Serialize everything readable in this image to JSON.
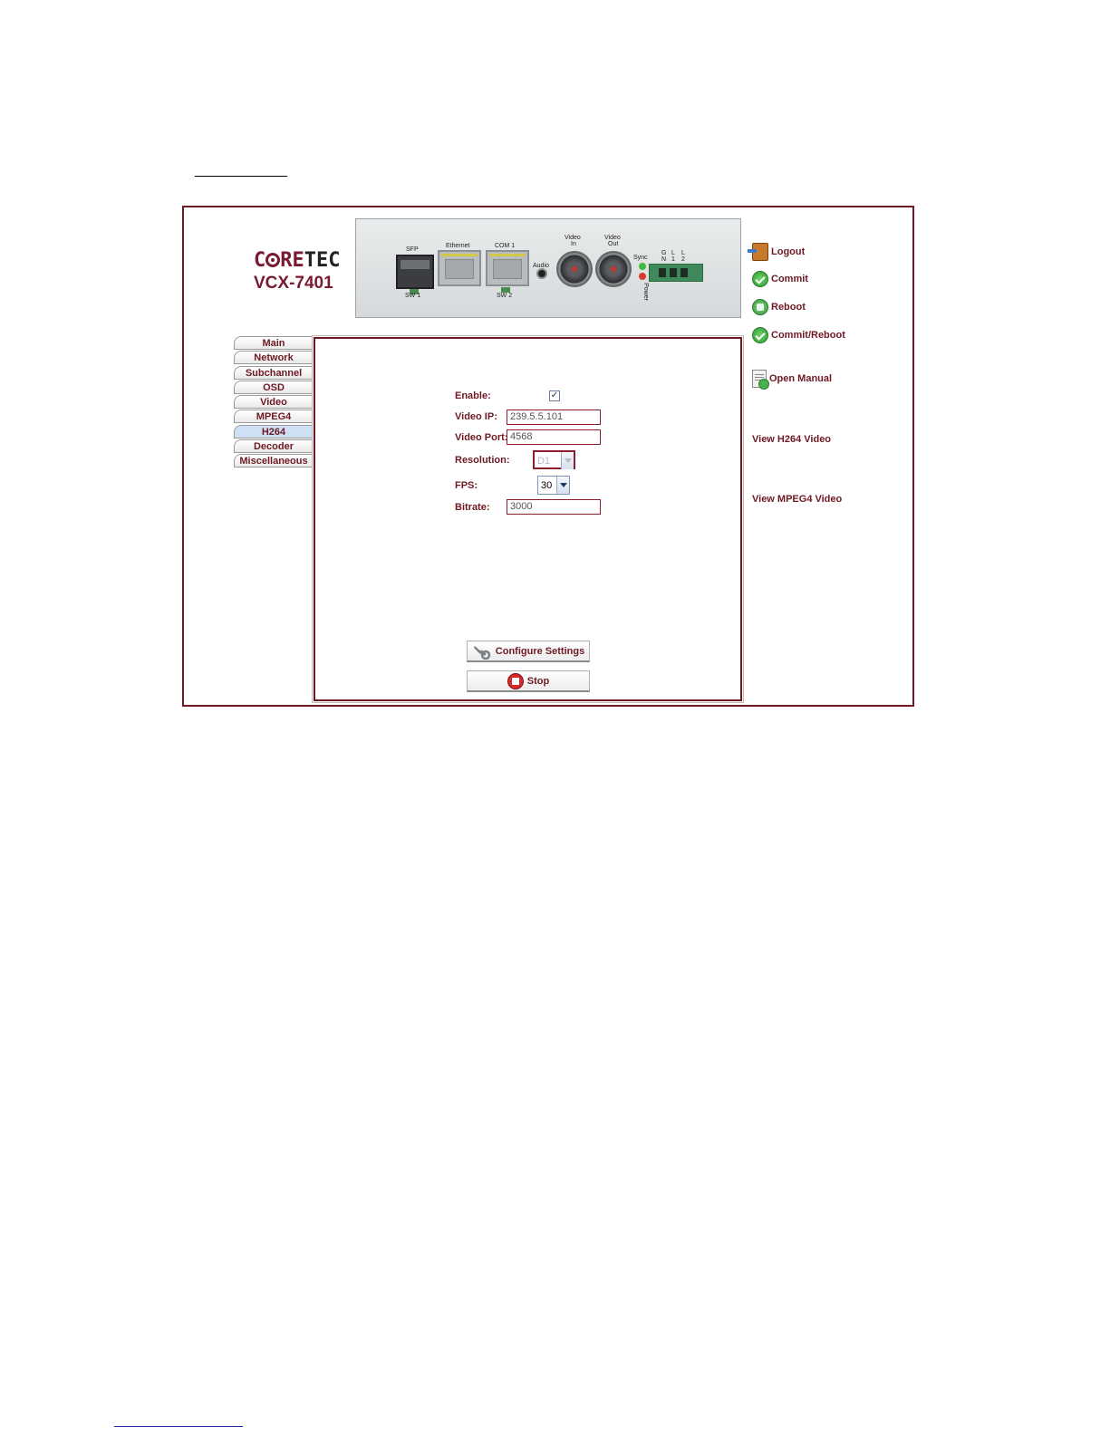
{
  "brand": {
    "logo_core": "CORE",
    "logo_tec": "TEC",
    "model": "VCX-7401"
  },
  "device_panel": {
    "sfp": "SFP",
    "sw1": "SW 1",
    "ethernet": "Ethernet",
    "com1": "COM 1",
    "sw2": "SW 2",
    "audio": "Audio",
    "video_in_1": "Video",
    "video_in_2": "In",
    "video_out_1": "Video",
    "video_out_2": "Out",
    "sync": "Sync",
    "power": "Power",
    "t_g": "G",
    "t_n": "N",
    "t_l1": "L",
    "t_1": "1",
    "t_l2": "L",
    "t_2": "2"
  },
  "tabs": [
    {
      "label": "Main"
    },
    {
      "label": "Network"
    },
    {
      "label": "Subchannel"
    },
    {
      "label": "OSD"
    },
    {
      "label": "Video"
    },
    {
      "label": "MPEG4"
    },
    {
      "label": "H264",
      "active": true
    },
    {
      "label": "Decoder"
    },
    {
      "label": "Miscellaneous"
    }
  ],
  "form": {
    "enable_label": "Enable:",
    "enable_checked": true,
    "enable_mark": "✓",
    "video_ip_label": "Video IP:",
    "video_ip_value": "239.5.5.101",
    "video_port_label": "Video Port:",
    "video_port_value": "4568",
    "resolution_label": "Resolution:",
    "resolution_value": "D1",
    "fps_label": "FPS:",
    "fps_value": "30",
    "bitrate_label": "Bitrate:",
    "bitrate_value": "3000"
  },
  "buttons": {
    "configure": "Configure Settings",
    "stop": "Stop"
  },
  "actions": {
    "logout": "Logout",
    "commit": "Commit",
    "reboot": "Reboot",
    "commit_reboot": "Commit/Reboot",
    "open_manual": "Open Manual",
    "view_h264": "View H264 Video",
    "view_mpeg4": "View MPEG4 Video"
  },
  "colors": {
    "accent": "#6e1a24",
    "active_tab": "#cfe0f4"
  }
}
